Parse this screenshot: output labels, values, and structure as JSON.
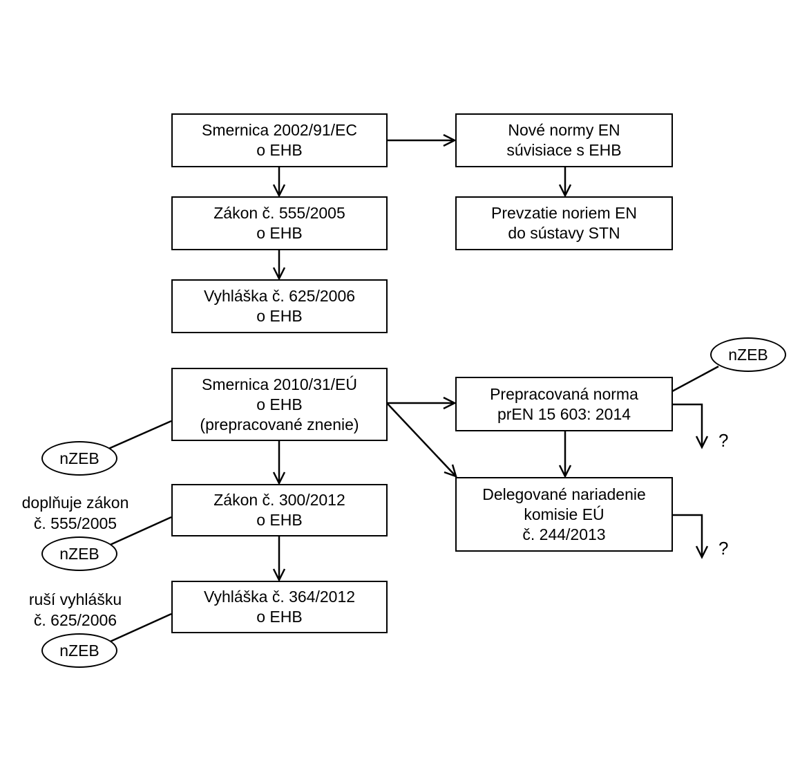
{
  "boxes": {
    "smernica_2002": {
      "line1": "Smernica 2002/91/EC",
      "line2": "o EHB"
    },
    "zakon_555": {
      "line1": "Zákon č. 555/2005",
      "line2": "o EHB"
    },
    "vyhlaska_625": {
      "line1": "Vyhláška č. 625/2006",
      "line2": "o EHB"
    },
    "nove_normy": {
      "line1": "Nové normy EN",
      "line2": "súvisiace s EHB"
    },
    "prevzatie": {
      "line1": "Prevzatie noriem EN",
      "line2": "do sústavy STN"
    },
    "smernica_2010": {
      "line1": "Smernica 2010/31/EÚ",
      "line2": "o EHB",
      "line3": "(prepracované znenie)"
    },
    "zakon_300": {
      "line1": "Zákon č. 300/2012",
      "line2": "o EHB"
    },
    "vyhlaska_364": {
      "line1": "Vyhláška č. 364/2012",
      "line2": "o EHB"
    },
    "prepracovana_norma": {
      "line1": "Prepracovaná norma",
      "line2": "prEN 15 603: 2014"
    },
    "delegovane": {
      "line1": "Delegované nariadenie",
      "line2": "komisie EÚ",
      "line3": "č. 244/2013"
    }
  },
  "ovals": {
    "nzeb_top_right": "nZEB",
    "nzeb_smernica": "nZEB",
    "nzeb_zakon": "nZEB",
    "nzeb_vyhlaska": "nZEB"
  },
  "notes": {
    "doplnuje": {
      "line1": "doplňuje zákon",
      "line2": "č. 555/2005"
    },
    "rusi": {
      "line1": "ruší vyhlášku",
      "line2": "č. 625/2006"
    }
  },
  "question_marks": {
    "q1": "?",
    "q2": "?"
  }
}
